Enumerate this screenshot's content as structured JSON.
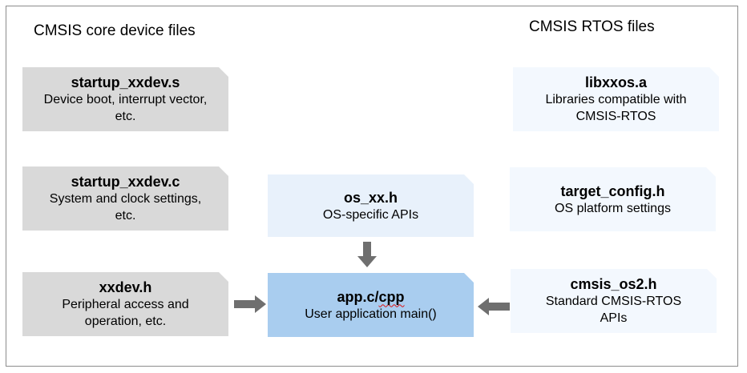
{
  "headings": {
    "left": "CMSIS core device files",
    "right": "CMSIS RTOS files"
  },
  "boxes": {
    "startup_s": {
      "title": "startup_xxdev.s",
      "desc_line1": "Device boot, interrupt vector,",
      "desc_line2": "etc."
    },
    "startup_c": {
      "title": "startup_xxdev.c",
      "desc_line1": "System and clock settings,",
      "desc_line2": "etc."
    },
    "xxdev_h": {
      "title": "xxdev.h",
      "desc_line1": "Peripheral access and",
      "desc_line2": "operation, etc."
    },
    "os_xx_h": {
      "title": "os_xx.h",
      "desc_line1": "OS-specific APIs"
    },
    "app": {
      "title_a": "app.c/",
      "title_b": "cpp",
      "desc_line1": "User application main()"
    },
    "libxxos": {
      "title": "libxxos.a",
      "desc_line1": "Libraries compatible with",
      "desc_line2": "CMSIS-RTOS"
    },
    "target_config": {
      "title": "target_config.h",
      "desc_line1": "OS platform settings"
    },
    "cmsis_os2": {
      "title": "cmsis_os2.h",
      "desc_line1": "Standard CMSIS-RTOS",
      "desc_line2": "APIs"
    }
  },
  "colors": {
    "core_box": "#d9d9d9",
    "rtos_box": "#f3f8fe",
    "os_box": "#e8f1fb",
    "app_box": "#a9cdef",
    "arrow": "#6f6f6f"
  }
}
